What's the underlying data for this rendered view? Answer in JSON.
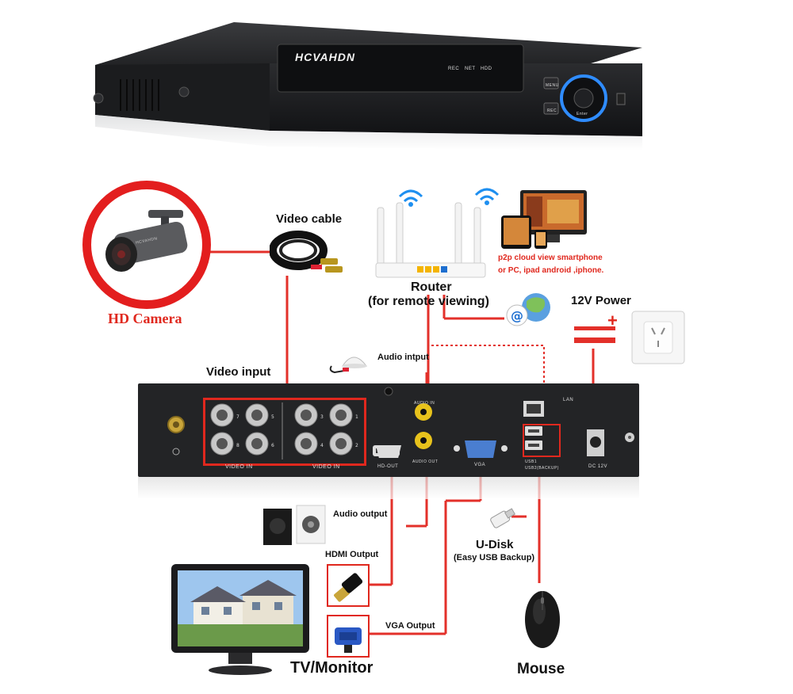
{
  "dvr_front": {
    "brand": "HCVAHDN",
    "leds": [
      "REC",
      "NET",
      "HDD"
    ],
    "menu": "MENU",
    "rec": "REC",
    "enter": "Enter"
  },
  "camera": {
    "label": "HD Camera",
    "brand": "HCVAHDN"
  },
  "video_cable": {
    "label": "Video cable"
  },
  "router": {
    "label": "Router",
    "sublabel": "(for remote viewing)"
  },
  "p2p": {
    "line1": "p2p cloud  view smartphone",
    "line2": "or PC, ipad android ,iphone."
  },
  "power": {
    "label": "12V Power",
    "plus": "+"
  },
  "video_input": {
    "label": "Video input"
  },
  "audio_input": {
    "label": "Audio intput"
  },
  "back_panel": {
    "video_in_1": "VIDEO IN",
    "video_in_2": "VIDEO IN",
    "hd_out": "HD-OUT",
    "audio_in": "AUDIO IN",
    "audio_out": "AUDIO OUT",
    "vga": "VGA",
    "lan": "LAN",
    "usb1": "USB1",
    "usb2": "USB2(BACKUP)",
    "dc": "DC 12V",
    "channel_numbers": [
      "7",
      "5",
      "3",
      "1",
      "8",
      "6",
      "4",
      "2"
    ]
  },
  "audio_output": {
    "label": "Audio output"
  },
  "hdmi_output": {
    "label": "HDMI Output"
  },
  "vga_output": {
    "label": "VGA Output"
  },
  "udisk": {
    "label": "U-Disk",
    "sublabel": "(Easy USB Backup)"
  },
  "monitor": {
    "label": "TV/Monitor"
  },
  "mouse": {
    "label": "Mouse"
  },
  "colors": {
    "wire": "#e3302a",
    "ring": "#e31e1e",
    "dvr": "#1c1d1f",
    "panel": "#232426",
    "highlight": "#e0281e"
  }
}
